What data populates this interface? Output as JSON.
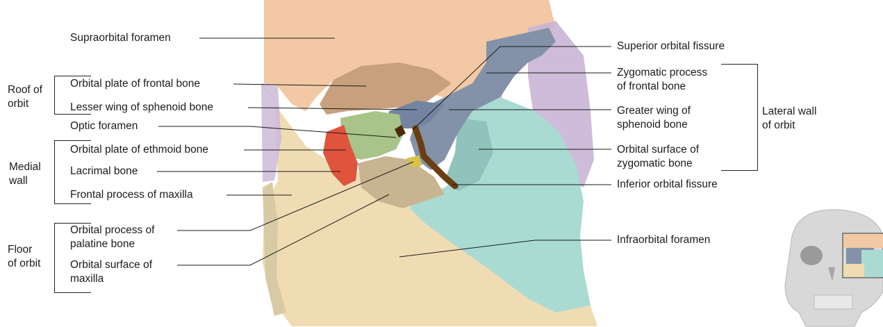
{
  "colors": {
    "frontal": "#f2c9a4",
    "frontal_shadow": "#c9a07e",
    "sphenoid": "#8392a8",
    "ethmoid": "#a8c489",
    "lacrimal": "#e0533c",
    "maxilla": "#efdcb3",
    "maxilla_floor": "#c8b491",
    "zygomatic": "#a9dbd3",
    "palatine": "#d8c24a",
    "fissure": "#6a3e12",
    "nasal_purple": "#c7b6d6",
    "lateral_purple": "#c7b3d5"
  },
  "labels": {
    "supraorbital_foramen": "Supraorbital foramen",
    "orbital_plate_frontal": "Orbital plate of frontal bone",
    "lesser_wing_sphenoid": "Lesser wing of sphenoid bone",
    "optic_foramen": "Optic foramen",
    "orbital_plate_ethmoid": "Orbital plate of ethmoid bone",
    "lacrimal_bone": "Lacrimal bone",
    "frontal_process_maxilla": "Frontal process of maxilla",
    "orbital_process_palatine_1": "Orbital process of",
    "orbital_process_palatine_2": "palatine bone",
    "orbital_surface_maxilla_1": "Orbital surface of",
    "orbital_surface_maxilla_2": "maxilla",
    "superior_orbital_fissure": "Superior orbital fissure",
    "zygomatic_process_frontal_1": "Zygomatic process",
    "zygomatic_process_frontal_2": "of frontal bone",
    "greater_wing_sphenoid_1": "Greater wing of",
    "greater_wing_sphenoid_2": "sphenoid bone",
    "orbital_surface_zygomatic_1": "Orbital surface of",
    "orbital_surface_zygomatic_2": "zygomatic bone",
    "inferior_orbital_fissure": "Inferior orbital fissure",
    "infraorbital_foramen": "Infraorbital foramen"
  },
  "groups": {
    "roof_1": "Roof of",
    "roof_2": "orbit",
    "medial_1": "Medial",
    "medial_2": "wall",
    "floor_1": "Floor",
    "floor_2": "of orbit",
    "lateral_1": "Lateral wall",
    "lateral_2": "of orbit"
  },
  "icons": {
    "main_illustration": "orbit-bones-illustration",
    "thumbnail": "skull-thumbnail-icon"
  }
}
